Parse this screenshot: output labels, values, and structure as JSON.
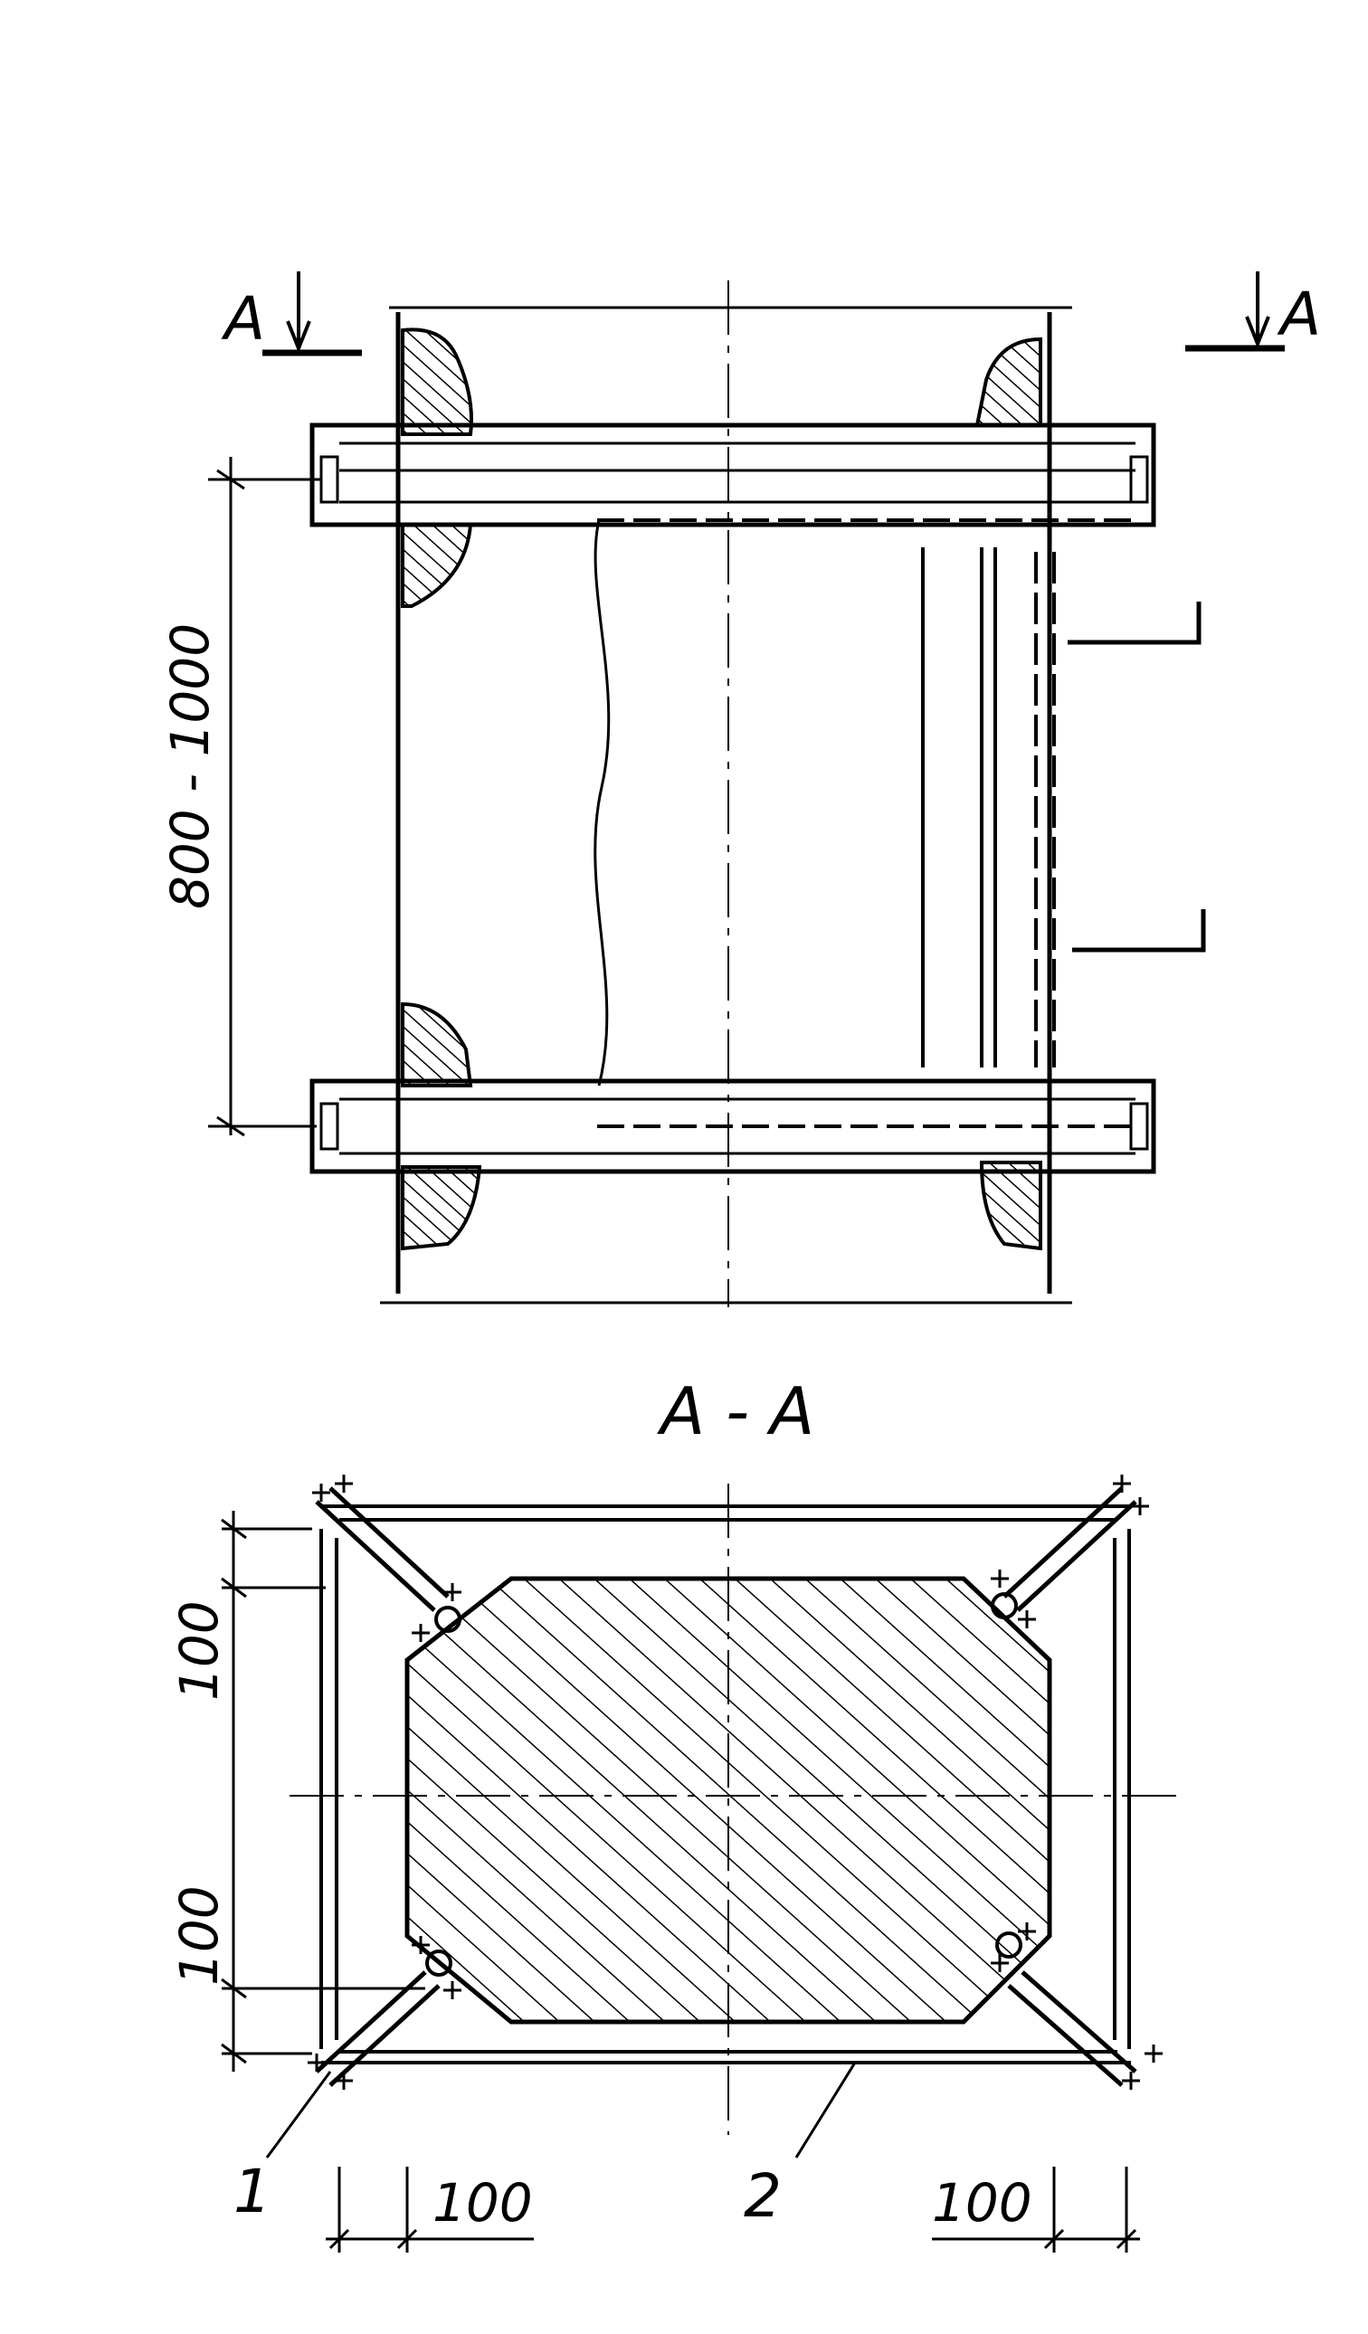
{
  "labels": {
    "section_marker_left": "A",
    "section_marker_right": "A",
    "section_title": "A - A",
    "dim_height": "800 - 1000",
    "dim_upper": "100",
    "dim_lower": "100",
    "dim_bottom_left": "100",
    "dim_bottom_right": "100",
    "callout_1": "1",
    "callout_2": "2"
  }
}
